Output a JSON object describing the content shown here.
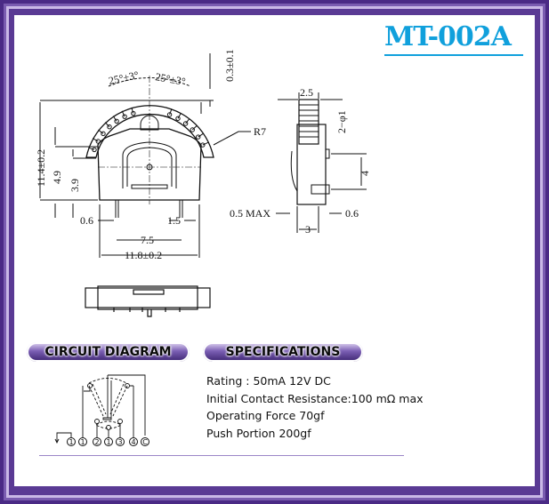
{
  "title": "MT-002A",
  "sections": {
    "circuit": "CIRCUIT DIAGRAM",
    "specs": "SPECIFICATIONS"
  },
  "specifications": [
    "Rating : 50mA 12V DC",
    "Initial Contact Resistance:100 mΩ max",
    "Operating Force 70gf",
    "Push Portion 200gf"
  ],
  "front_view_dims": {
    "angle_left": "25°±3°",
    "angle_right": "25°±3°",
    "top_offset": "0.3±0.1",
    "height": "11.4±0.2",
    "h1": "4.9",
    "h2": "3.9",
    "radius": "R7",
    "pin_width": "0.6",
    "pin_pitch": "1.5",
    "pin_span": "7.5",
    "width": "11.8±0.2"
  },
  "side_view_dims": {
    "top_width": "2.5",
    "holes": "2−φ1",
    "hole_pitch": "4",
    "lever": "0.5 MAX",
    "pin": "0.6",
    "depth": "3"
  },
  "circuit_terminals": [
    "1",
    "1",
    "2",
    "1",
    "3",
    "4",
    "C"
  ],
  "colors": {
    "title": "#10a0dc",
    "frame": "#4a2a85"
  }
}
